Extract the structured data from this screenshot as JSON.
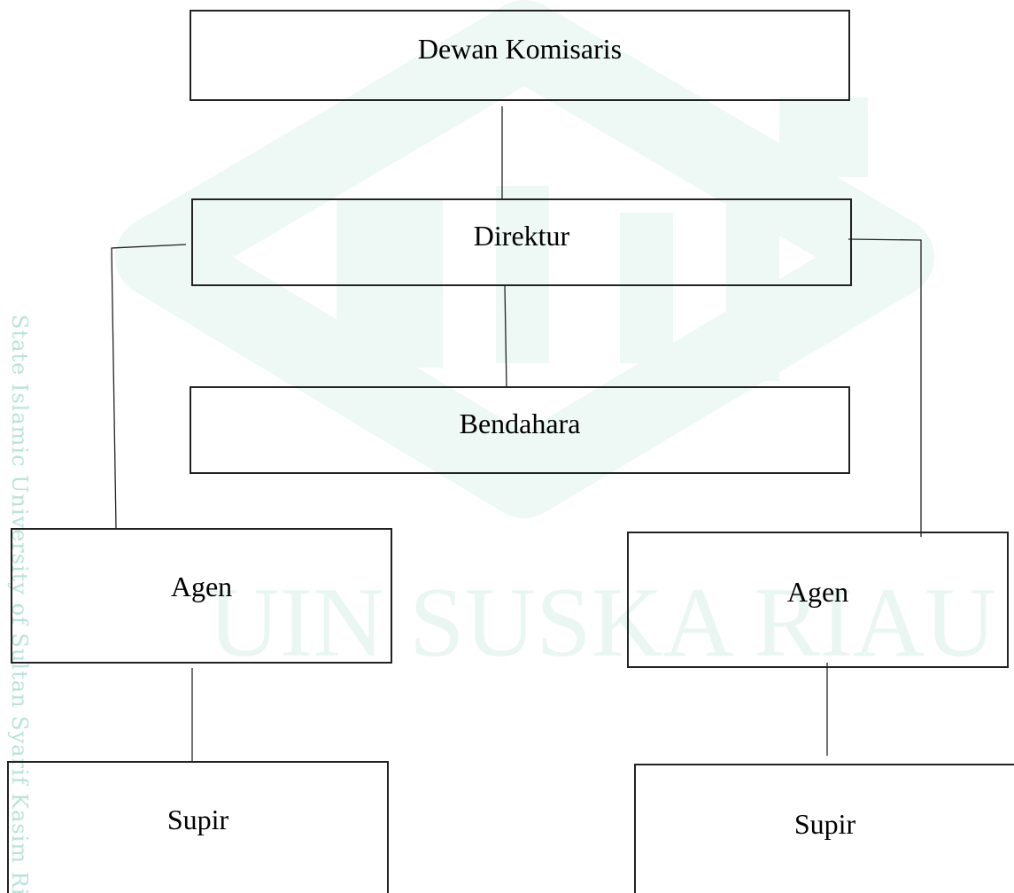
{
  "watermark": {
    "text": "UIN SUSKA RIAU",
    "side_text": "State Islamic University of Sultan Syarif Kasim Riau",
    "color": "#bfe6da"
  },
  "nodes": {
    "dewan_komisaris": "Dewan Komisaris",
    "direktur": "Direktur",
    "bendahara": "Bendahara",
    "agen_left": "Agen",
    "agen_right": "Agen",
    "supir_left": "Supir",
    "supir_right": "Supir"
  },
  "colors": {
    "line": "#222222",
    "text": "#000000",
    "watermark": "#bfe6da"
  }
}
